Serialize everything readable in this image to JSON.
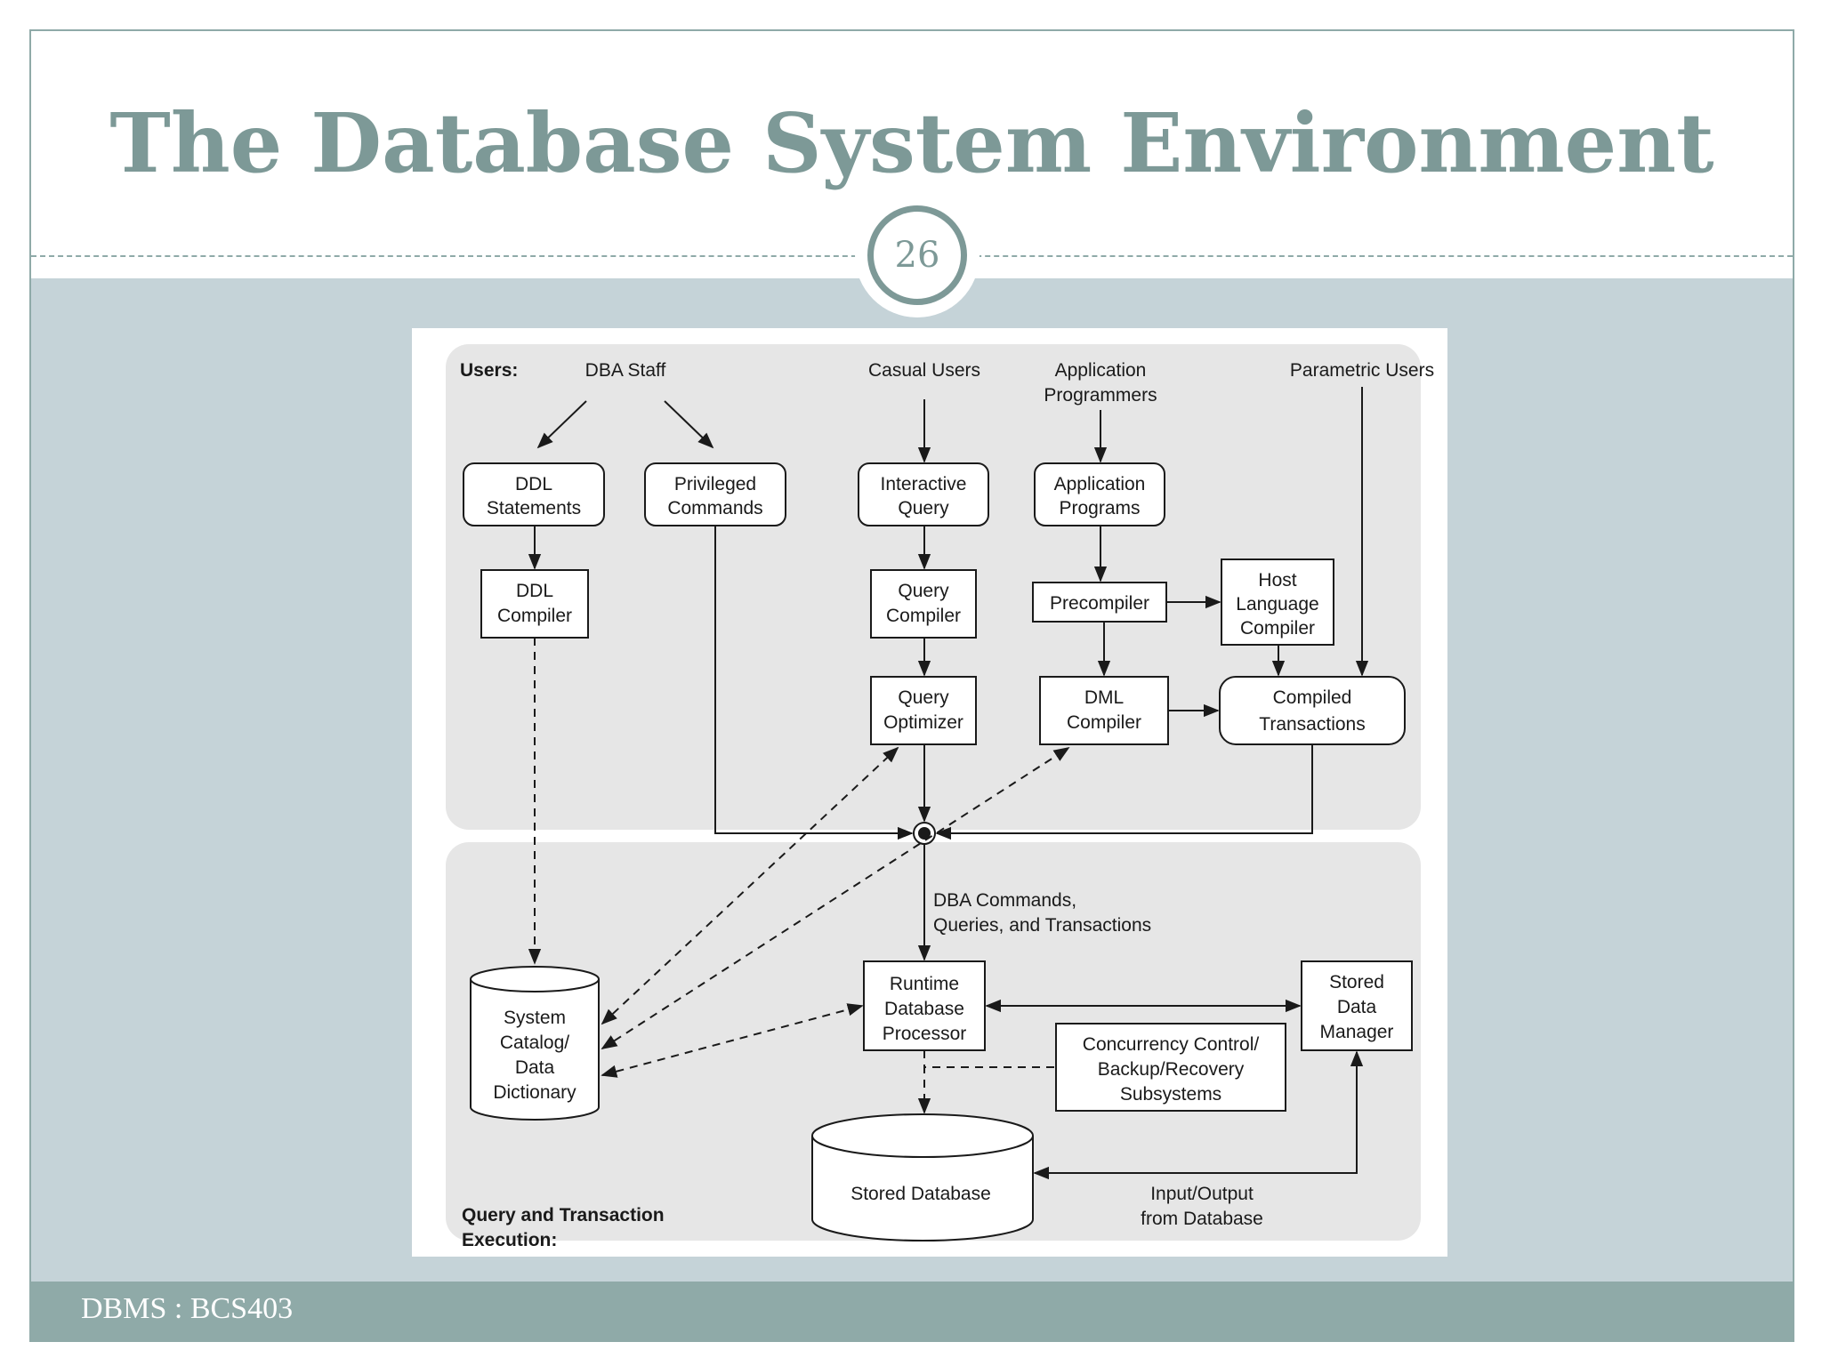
{
  "slide": {
    "title": "The Database System Environment",
    "page_number": "26",
    "footer": "DBMS : BCS403"
  },
  "colors": {
    "accent": "#7d9997",
    "band": "#c5d3d8",
    "footer": "#8faaa8",
    "panel": "#e6e6e6"
  },
  "diagram": {
    "section_users": "Users:",
    "section_execution": [
      "Query and Transaction",
      "Execution:"
    ],
    "users": {
      "dba_staff": "DBA Staff",
      "casual_users": "Casual Users",
      "application_programmers": [
        "Application",
        "Programmers"
      ],
      "parametric_users": "Parametric Users"
    },
    "boxes": {
      "ddl_statements": [
        "DDL",
        "Statements"
      ],
      "privileged_commands": [
        "Privileged",
        "Commands"
      ],
      "interactive_query": [
        "Interactive",
        "Query"
      ],
      "application_programs": [
        "Application",
        "Programs"
      ],
      "ddl_compiler": [
        "DDL",
        "Compiler"
      ],
      "query_compiler": [
        "Query",
        "Compiler"
      ],
      "precompiler": "Precompiler",
      "host_language_compiler": [
        "Host",
        "Language",
        "Compiler"
      ],
      "query_optimizer": [
        "Query",
        "Optimizer"
      ],
      "dml_compiler": [
        "DML",
        "Compiler"
      ],
      "compiled_transactions": [
        "Compiled",
        "Transactions"
      ],
      "system_catalog": [
        "System",
        "Catalog/",
        "Data",
        "Dictionary"
      ],
      "runtime_processor": [
        "Runtime",
        "Database",
        "Processor"
      ],
      "stored_data_manager": [
        "Stored",
        "Data",
        "Manager"
      ],
      "concurrency_control": [
        "Concurrency Control/",
        "Backup/Recovery",
        "Subsystems"
      ],
      "stored_database": "Stored Database"
    },
    "labels": {
      "dba_commands": [
        "DBA Commands,",
        "Queries, and Transactions"
      ],
      "input_output": [
        "Input/Output",
        "from Database"
      ]
    }
  }
}
